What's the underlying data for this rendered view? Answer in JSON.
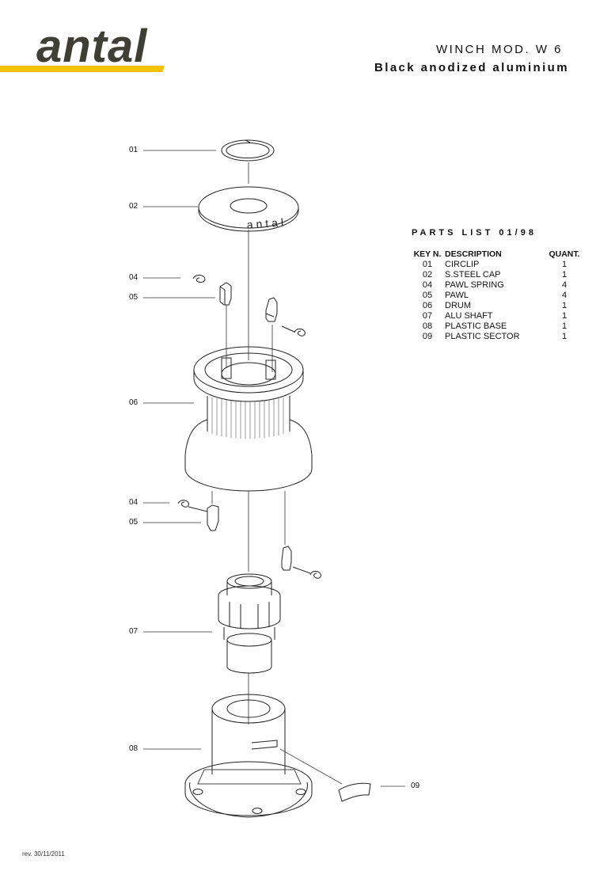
{
  "logo": {
    "text": "antal",
    "bar_color": "#f2c200"
  },
  "header": {
    "title": "WINCH MOD. W 6",
    "subtitle": "Black anodized aluminium"
  },
  "parts_list": {
    "title": "PARTS LIST  01/98",
    "columns": {
      "key": "KEY N.",
      "description": "DESCRIPTION",
      "quantity": "QUANT."
    },
    "rows": [
      {
        "key": "01",
        "description": "CIRCLIP",
        "quantity": "1"
      },
      {
        "key": "02",
        "description": "S.STEEL CAP",
        "quantity": "1"
      },
      {
        "key": "04",
        "description": "PAWL SPRING",
        "quantity": "4"
      },
      {
        "key": "05",
        "description": "PAWL",
        "quantity": "4"
      },
      {
        "key": "06",
        "description": "DRUM",
        "quantity": "1"
      },
      {
        "key": "07",
        "description": "ALU SHAFT",
        "quantity": "1"
      },
      {
        "key": "08",
        "description": "PLASTIC BASE",
        "quantity": "1"
      },
      {
        "key": "09",
        "description": "PLASTIC SECTOR",
        "quantity": "1"
      }
    ]
  },
  "callouts": {
    "c01": "01",
    "c02": "02",
    "c04a": "04",
    "c05a": "05",
    "c06": "06",
    "c04b": "04",
    "c05b": "05",
    "c07": "07",
    "c08": "08",
    "c09": "09"
  },
  "cap_engraving": "antal",
  "footer": {
    "revision": "rev. 30/11/2011"
  }
}
